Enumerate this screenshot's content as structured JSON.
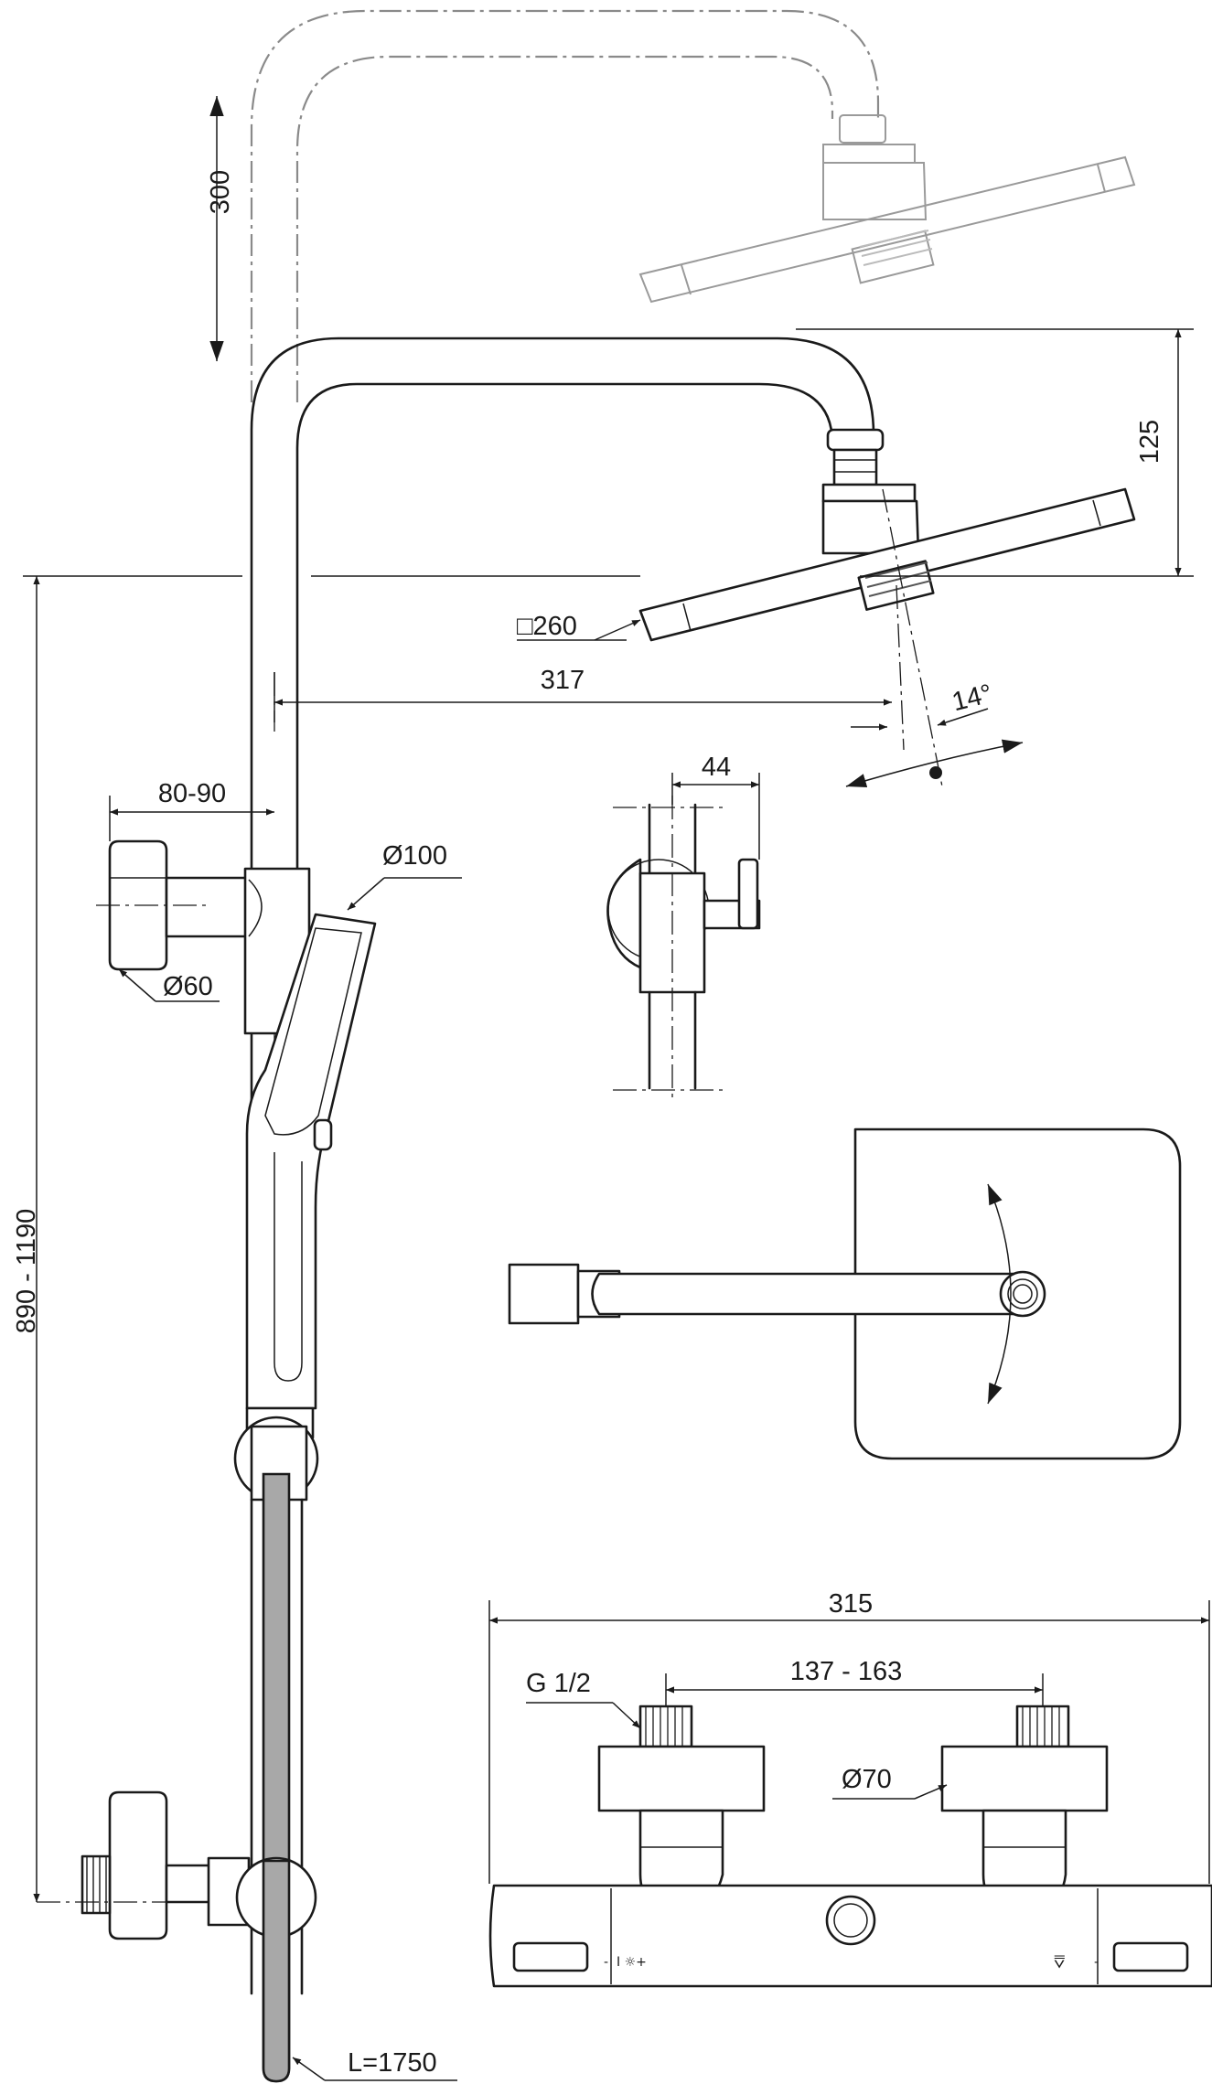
{
  "labels": {
    "raise_height": "300",
    "head_drop": "125",
    "arm_reach": "317",
    "tilt_angle": "14°",
    "head_size": "□260",
    "wall_offset": "80-90",
    "bracket_diameter": "Ø60",
    "hand_shower_diameter": "Ø100",
    "holder_depth": "44",
    "height_range": "890 - 1190",
    "total_width": "315",
    "inlet_spacing": "137 - 163",
    "thread_size": "G 1/2",
    "escutcheon_diameter": "Ø70",
    "hose_length": "L=1750"
  },
  "colors": {
    "line": "#1a1a1a",
    "ghost": "#8a8a8a",
    "hose": "#a8a8a8"
  }
}
